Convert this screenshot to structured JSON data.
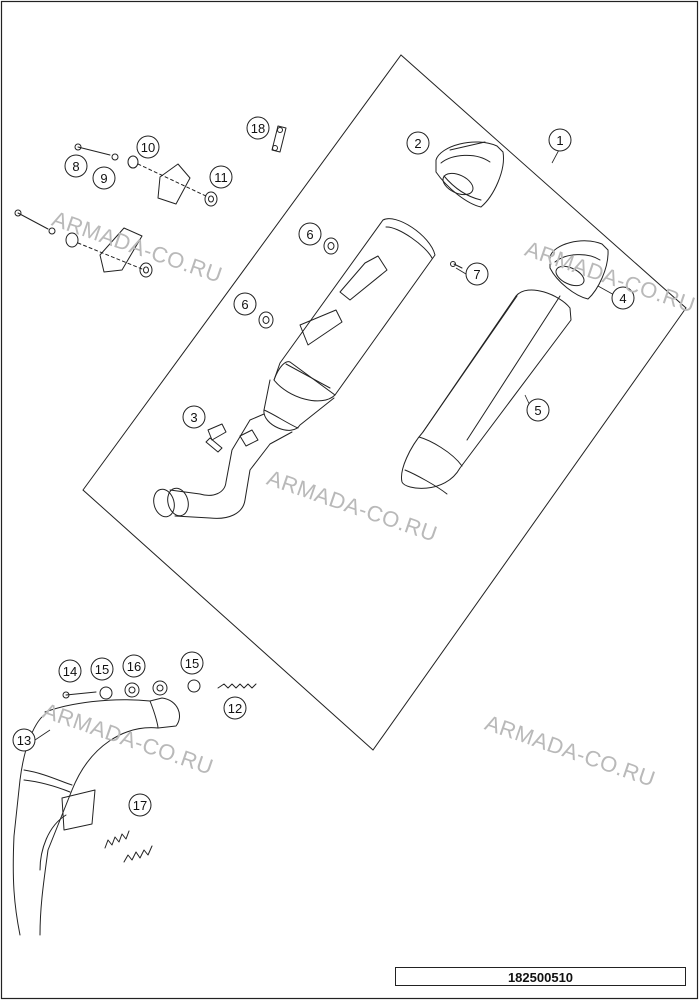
{
  "watermark": "ARMADA-CO.RU",
  "document_number": "182500510",
  "callouts": [
    "1",
    "2",
    "3",
    "4",
    "5",
    "6",
    "6",
    "7",
    "8",
    "9",
    "10",
    "11",
    "12",
    "13",
    "14",
    "15",
    "15",
    "16",
    "17",
    "18"
  ],
  "colors": {
    "line": "#222222",
    "watermark": "#b9b9b9"
  }
}
